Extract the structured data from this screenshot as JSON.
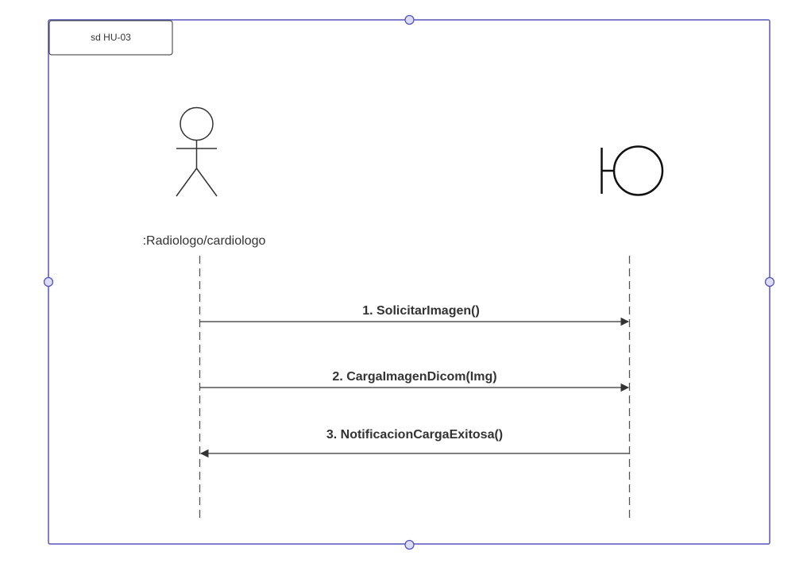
{
  "diagram": {
    "frame_label": "sd HU-03",
    "actor": {
      "label": ":Radiologo/cardiologo"
    },
    "boundary": {
      "label": ""
    },
    "messages": [
      {
        "label": "1. SolicitarImagen()",
        "direction": "right"
      },
      {
        "label": "2. CargaImagenDicom(Img)",
        "direction": "right"
      },
      {
        "label": "3. NotificacionCargaExitosa()",
        "direction": "left"
      }
    ]
  },
  "colors": {
    "frame_border": "#5555bb",
    "selection_handle": "#dcdcf8",
    "line": "#333333",
    "lifeline": "#555555"
  }
}
